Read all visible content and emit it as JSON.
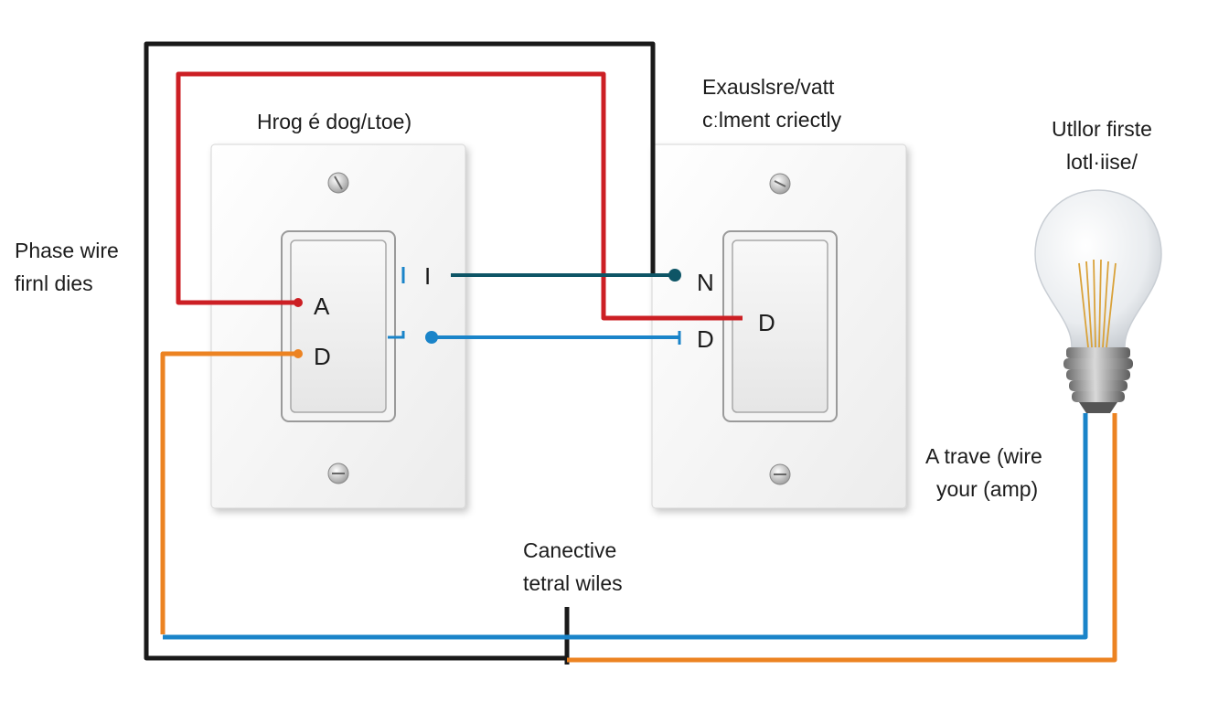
{
  "labels": {
    "left_switch_title": "Hrog é dog/ʟtoe)",
    "right_switch_title": [
      "Exauslsre/vatt",
      "cːlment criectly"
    ],
    "bulb_title": [
      "Utllor firste",
      "lotl·iise/"
    ],
    "phase_wire": [
      "Phase wire",
      "firnl dies"
    ],
    "travel_wire": [
      "A trave (wire",
      "your (amp)"
    ],
    "connective": [
      "Canective",
      "tetral wiles"
    ]
  },
  "terminals": {
    "left_a": "A",
    "left_d": "D",
    "left_mark": "I",
    "right_n": "N",
    "right_d_top": "D",
    "right_d_bottom": "D"
  },
  "colors": {
    "phase": "#cc1f24",
    "neutral": "#1a1a1a",
    "traveler_teal": "#0e5566",
    "traveler_blue": "#1a84c9",
    "orange": "#ec8322",
    "plate": "#f6f6f6"
  }
}
